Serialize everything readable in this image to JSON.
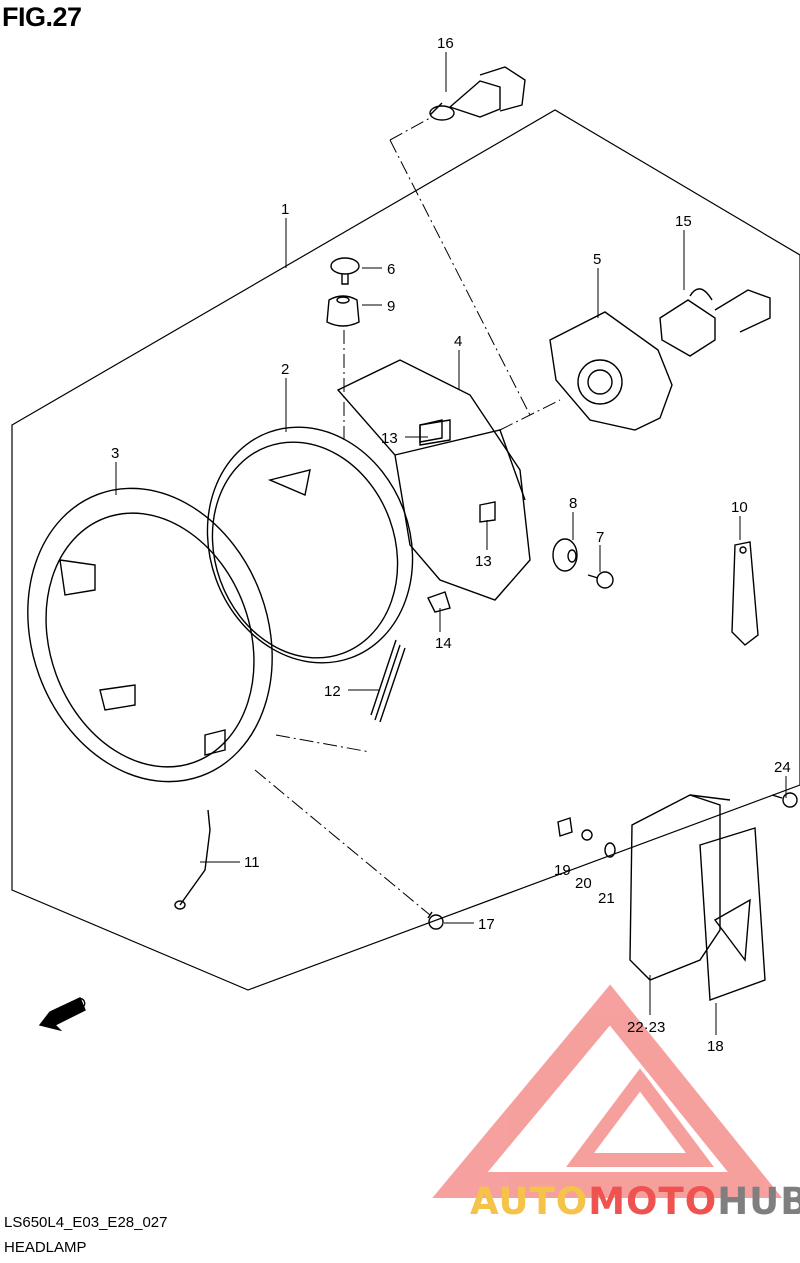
{
  "figure": {
    "title": "FIG.27",
    "code": "LS650L4_E03_E28_027",
    "name": "HEADLAMP"
  },
  "fwd_label": "FWD",
  "watermark": {
    "part1": "AUTO",
    "part2": "MOTO",
    "part3": "HUB"
  },
  "callouts": [
    {
      "id": "c1",
      "label": "1"
    },
    {
      "id": "c2",
      "label": "2"
    },
    {
      "id": "c3",
      "label": "3"
    },
    {
      "id": "c4",
      "label": "4"
    },
    {
      "id": "c5",
      "label": "5"
    },
    {
      "id": "c6",
      "label": "6"
    },
    {
      "id": "c7",
      "label": "7"
    },
    {
      "id": "c8",
      "label": "8"
    },
    {
      "id": "c9",
      "label": "9"
    },
    {
      "id": "c10",
      "label": "10"
    },
    {
      "id": "c11",
      "label": "11"
    },
    {
      "id": "c12",
      "label": "12"
    },
    {
      "id": "c13a",
      "label": "13"
    },
    {
      "id": "c13b",
      "label": "13"
    },
    {
      "id": "c14",
      "label": "14"
    },
    {
      "id": "c15",
      "label": "15"
    },
    {
      "id": "c16",
      "label": "16"
    },
    {
      "id": "c17",
      "label": "17"
    },
    {
      "id": "c18",
      "label": "18"
    },
    {
      "id": "c19",
      "label": "19"
    },
    {
      "id": "c20",
      "label": "20"
    },
    {
      "id": "c21",
      "label": "21"
    },
    {
      "id": "c22",
      "label": "22·23"
    },
    {
      "id": "c24",
      "label": "24"
    }
  ],
  "colors": {
    "line": "#000000",
    "watermark_triangle": "#ef5350"
  }
}
